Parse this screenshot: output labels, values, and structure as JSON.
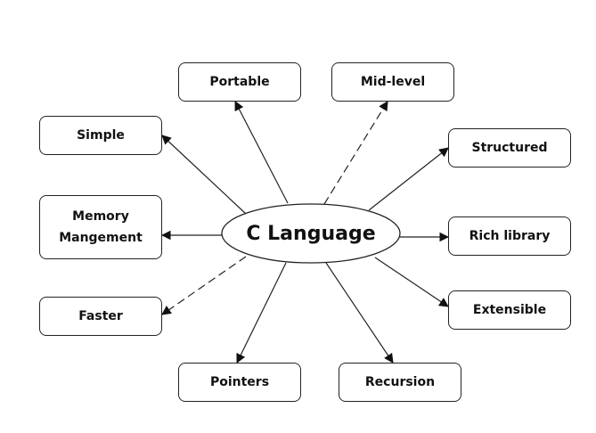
{
  "diagram": {
    "center": {
      "id": "c",
      "label": "C Language"
    },
    "nodes": [
      {
        "id": "portable",
        "label": "Portable",
        "edge_style": "solid"
      },
      {
        "id": "mid-level",
        "label": "Mid-level",
        "edge_style": "dashed"
      },
      {
        "id": "simple",
        "label": "Simple",
        "edge_style": "solid"
      },
      {
        "id": "structured",
        "label": "Structured",
        "edge_style": "solid"
      },
      {
        "id": "memory-management",
        "label": "Memory Mangement",
        "edge_style": "solid"
      },
      {
        "id": "rich-library",
        "label": "Rich library",
        "edge_style": "solid"
      },
      {
        "id": "faster",
        "label": "Faster",
        "edge_style": "dashed"
      },
      {
        "id": "extensible",
        "label": "Extensible",
        "edge_style": "solid"
      },
      {
        "id": "pointers",
        "label": "Pointers",
        "edge_style": "solid"
      },
      {
        "id": "recursion",
        "label": "Recursion",
        "edge_style": "solid"
      }
    ],
    "edge_direction": "from center to feature",
    "colors": {
      "stroke": "#222222",
      "text": "#111111",
      "background": "#ffffff"
    }
  }
}
